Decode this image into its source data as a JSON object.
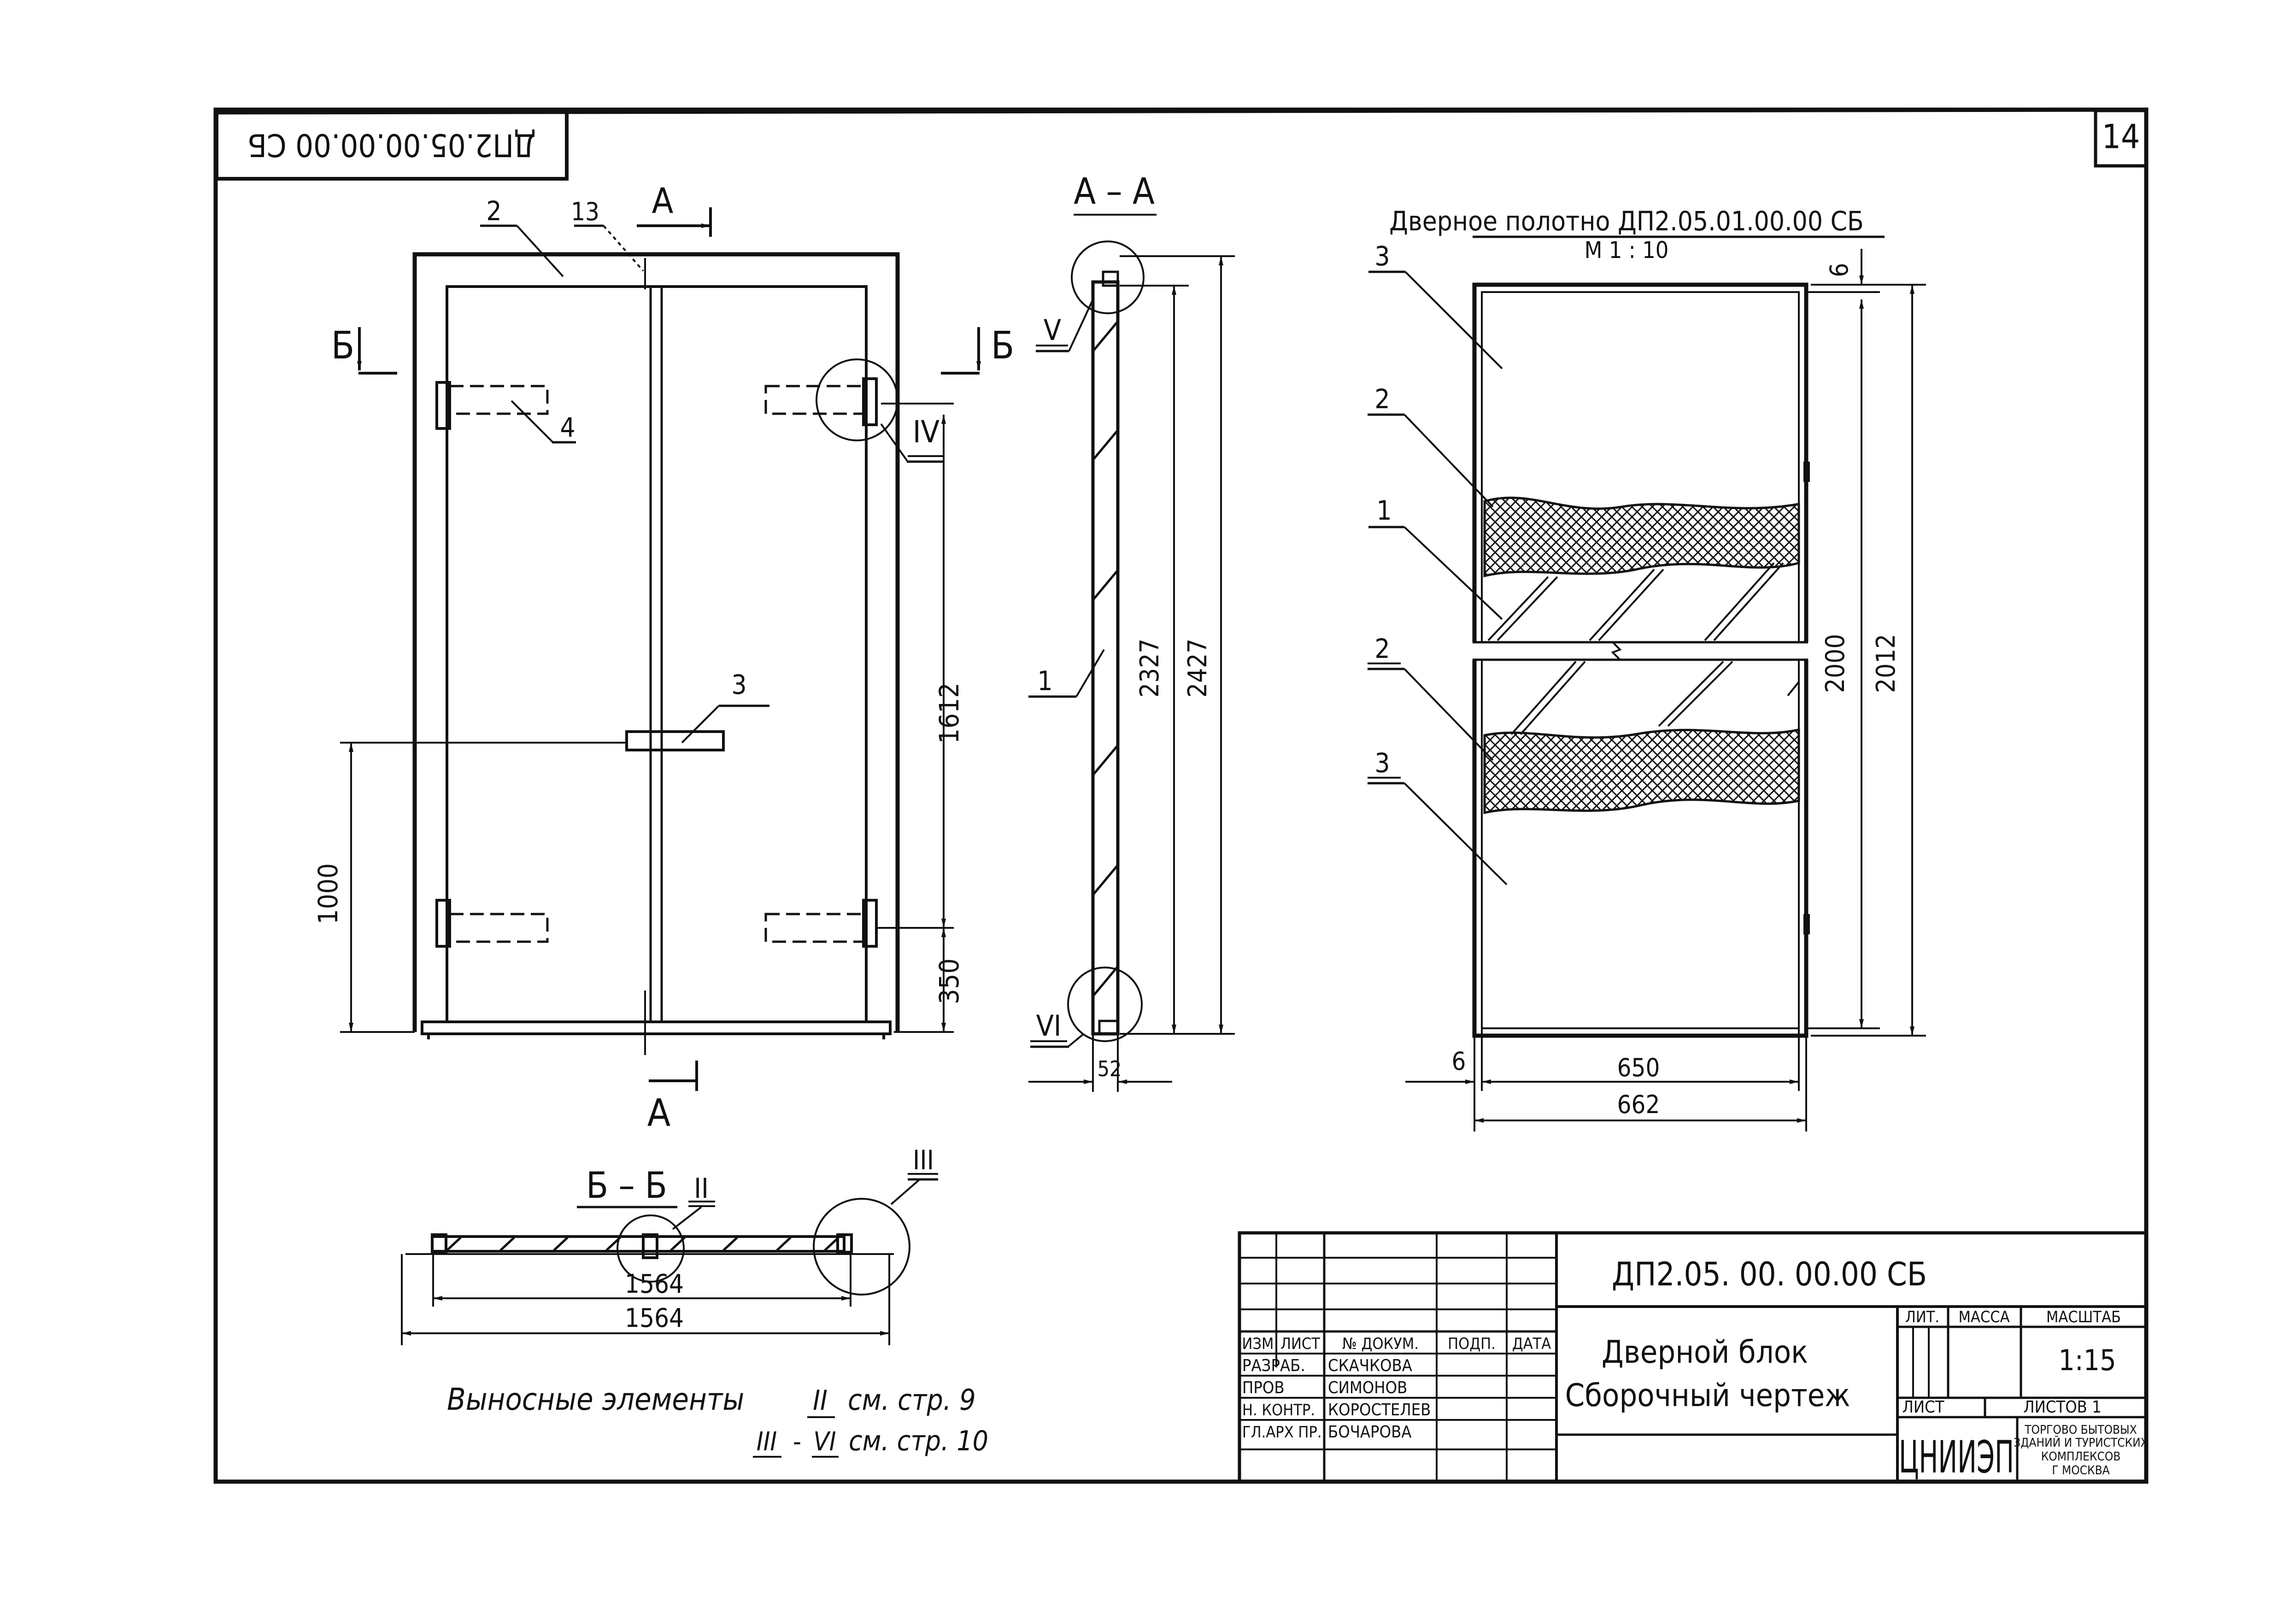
{
  "sheet": {
    "number": "14",
    "mirrored_code": "ДП2.05.00.00.00 СБ",
    "notes": {
      "line1_prefix": "Выносные  элементы",
      "line1_ref": "II",
      "line1_suffix": "см. стр. 9",
      "line2_ref_a": "III",
      "line2_dash": "-",
      "line2_ref_b": "VI",
      "line2_suffix": "см. стр. 10"
    }
  },
  "elevation": {
    "section_mark": "А",
    "section_mark_b": "Б",
    "pos_2": "2",
    "pos_13": "13",
    "pos_4": "4",
    "pos_3": "3",
    "callout_IV": "IV",
    "dim_1612": "1612",
    "dim_350": "350",
    "dim_1000": "1000"
  },
  "section_aa": {
    "title": "А – А",
    "callout_V": "V",
    "callout_VI": "VI",
    "pos_1": "1",
    "dim_2327": "2327",
    "dim_2427": "2427",
    "dim_52": "52"
  },
  "door_leaf": {
    "title": "Дверное  полотно ДП2.05.01.00.00 СБ",
    "scale": "М  1 : 10",
    "pos_3a": "3",
    "pos_2a": "2",
    "pos_1": "1",
    "pos_2b": "2",
    "pos_3b": "3",
    "dim_6_top": "6",
    "dim_6_left": "6",
    "dim_2000": "2000",
    "dim_2012": "2012",
    "dim_650": "650",
    "dim_662": "662"
  },
  "section_bb": {
    "title": "Б – Б",
    "callout_II": "II",
    "callout_III": "III",
    "dim_inner": "1564",
    "dim_outer": "1564"
  },
  "title_block": {
    "code": "ДП2.05. 00. 00.00  СБ",
    "title_line1": "Дверной   блок",
    "title_line2": "Сборочный  чертеж",
    "headers": {
      "izm": "ИЗМ",
      "list": "ЛИСТ",
      "doc": "№ ДОКУМ.",
      "sign": "ПОДП.",
      "date": "ДАТА"
    },
    "staff": [
      {
        "role": "РАЗРАБ.",
        "name": "СКАЧКОВА"
      },
      {
        "role": "ПРОВ",
        "name": "СИМОНОВ"
      },
      {
        "role": "Н. КОНТР.",
        "name": "КОРОСТЕЛЕВ"
      },
      {
        "role": "ГЛ.АРХ ПР.",
        "name": "БОЧАРОВА"
      }
    ],
    "lit_label": "ЛИТ.",
    "mass_label": "МАССА",
    "scale_label": "МАСШТАБ",
    "scale_value": "1:15",
    "sheet_label": "ЛИСТ",
    "sheets_label": "ЛИСТОВ  1",
    "org_logo": "ЦНИИЭП",
    "org_line1": "ТОРГОВО БЫТОВЫХ",
    "org_line2": "ЗДАНИЙ И ТУРИСТСКИХ",
    "org_line3": "КОМПЛЕКСОВ",
    "org_line4": "Г МОСКВА"
  }
}
